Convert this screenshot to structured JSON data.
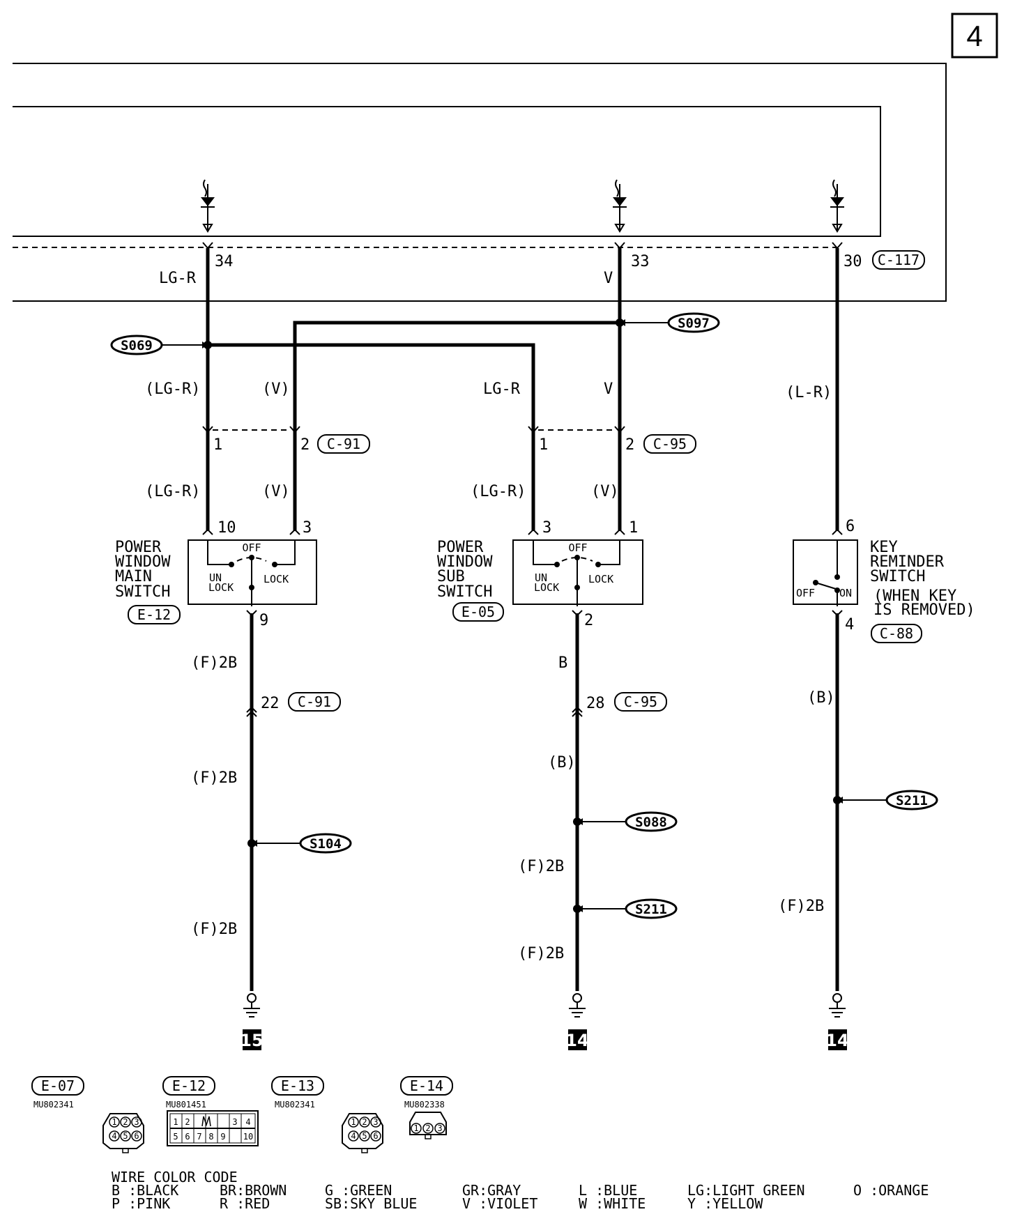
{
  "page_number": "4",
  "terminals_top": {
    "t34": "34",
    "t33": "33",
    "t30": "30",
    "connector": "C-117"
  },
  "wires_top": {
    "lgr": "LG-R",
    "v": "V"
  },
  "splices": {
    "s069": "S069",
    "s097": "S097",
    "s104": "S104",
    "s088": "S088",
    "s211_mid": "S211",
    "s211_right": "S211"
  },
  "wire_labels": {
    "w1": "(LG-R)",
    "w2": "(V)",
    "w3": "LG-R",
    "w4": "V",
    "w5": "(L-R)",
    "w6": "(LG-R)",
    "w7": "(V)",
    "w8": "(LG-R)",
    "w9": "(V)",
    "w10": "(F)2B",
    "w11": "(F)2B",
    "w12": "(F)2B",
    "w13": "B",
    "w14": "(B)",
    "w15": "(F)2B",
    "w16": "(F)2B",
    "w17": "(B)",
    "w18": "(F)2B"
  },
  "connectors_mid": {
    "c91": {
      "pin1": "1",
      "pin2": "2",
      "label": "C-91"
    },
    "c95": {
      "pin1": "1",
      "pin2": "2",
      "label": "C-95"
    }
  },
  "main_switch": {
    "name": [
      "POWER",
      "WINDOW",
      "MAIN",
      "SWITCH"
    ],
    "id": "E-12",
    "pin_a": "10",
    "pin_b": "3",
    "pin_out": "9",
    "off": "OFF",
    "unlock": [
      "UN",
      "LOCK"
    ],
    "lock": "LOCK"
  },
  "sub_switch": {
    "name": [
      "POWER",
      "WINDOW",
      "SUB",
      "SWITCH"
    ],
    "id": "E-05",
    "pin_a": "3",
    "pin_b": "1",
    "pin_out": "2",
    "off": "OFF",
    "unlock": [
      "UN",
      "LOCK"
    ],
    "lock": "LOCK"
  },
  "key_switch": {
    "name": [
      "KEY",
      "REMINDER",
      "SWITCH"
    ],
    "note": [
      "(WHEN KEY",
      "IS REMOVED)"
    ],
    "id": "C-88",
    "pin_in": "6",
    "pin_out": "4",
    "off": "OFF",
    "on": "ON"
  },
  "lower_connectors": {
    "left": {
      "pin": "22",
      "label": "C-91"
    },
    "mid": {
      "pin": "28",
      "label": "C-95"
    }
  },
  "grounds": {
    "left": "15",
    "mid": "14",
    "right": "14"
  },
  "connector_views": [
    {
      "id": "E-07",
      "part": "MU802341",
      "pins": [
        "1",
        "2",
        "3",
        "4",
        "5",
        "6"
      ]
    },
    {
      "id": "E-12",
      "part": "MU801451",
      "pins": [
        "1",
        "2",
        "",
        "3",
        "4",
        "5",
        "6",
        "7",
        "8",
        "9",
        "10"
      ]
    },
    {
      "id": "E-13",
      "part": "MU802341",
      "pins": [
        "1",
        "2",
        "3",
        "4",
        "5",
        "6"
      ]
    },
    {
      "id": "E-14",
      "part": "MU802338",
      "pins": [
        "1",
        "2",
        "3"
      ]
    }
  ],
  "legend": {
    "title": "WIRE COLOR CODE",
    "row1": [
      "B :BLACK",
      "BR:BROWN",
      "G :GREEN",
      "GR:GRAY",
      "L :BLUE",
      "LG:LIGHT GREEN",
      "O :ORANGE"
    ],
    "row2": [
      "P :PINK",
      "R :RED",
      "SB:SKY BLUE",
      "V :VIOLET",
      "W :WHITE",
      "Y :YELLOW"
    ]
  }
}
